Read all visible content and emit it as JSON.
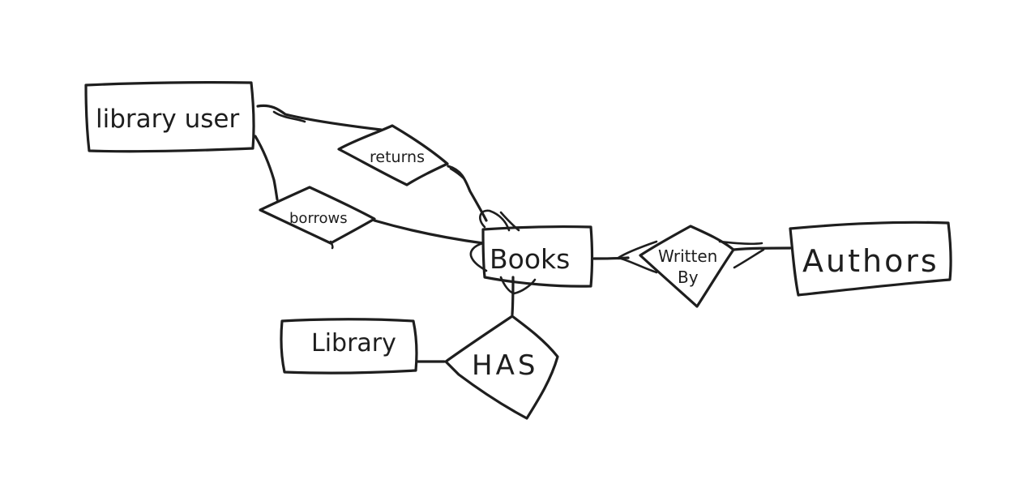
{
  "diagram": {
    "entities": {
      "library_user": "library user",
      "books": "Books",
      "library": "Library",
      "authors": "Authors"
    },
    "relationships": {
      "returns": "returns",
      "borrows": "borrows",
      "has": "HAS",
      "written_by": [
        "Written",
        "By"
      ]
    },
    "connections": [
      [
        "library user",
        "returns"
      ],
      [
        "library user",
        "borrows"
      ],
      [
        "returns",
        "Books"
      ],
      [
        "borrows",
        "Books"
      ],
      [
        "Books",
        "HAS"
      ],
      [
        "Library",
        "HAS"
      ],
      [
        "Books",
        "Written By"
      ],
      [
        "Written By",
        "Authors"
      ]
    ]
  },
  "colors": {
    "ink": "#1e1e1e",
    "background": "#ffffff"
  }
}
